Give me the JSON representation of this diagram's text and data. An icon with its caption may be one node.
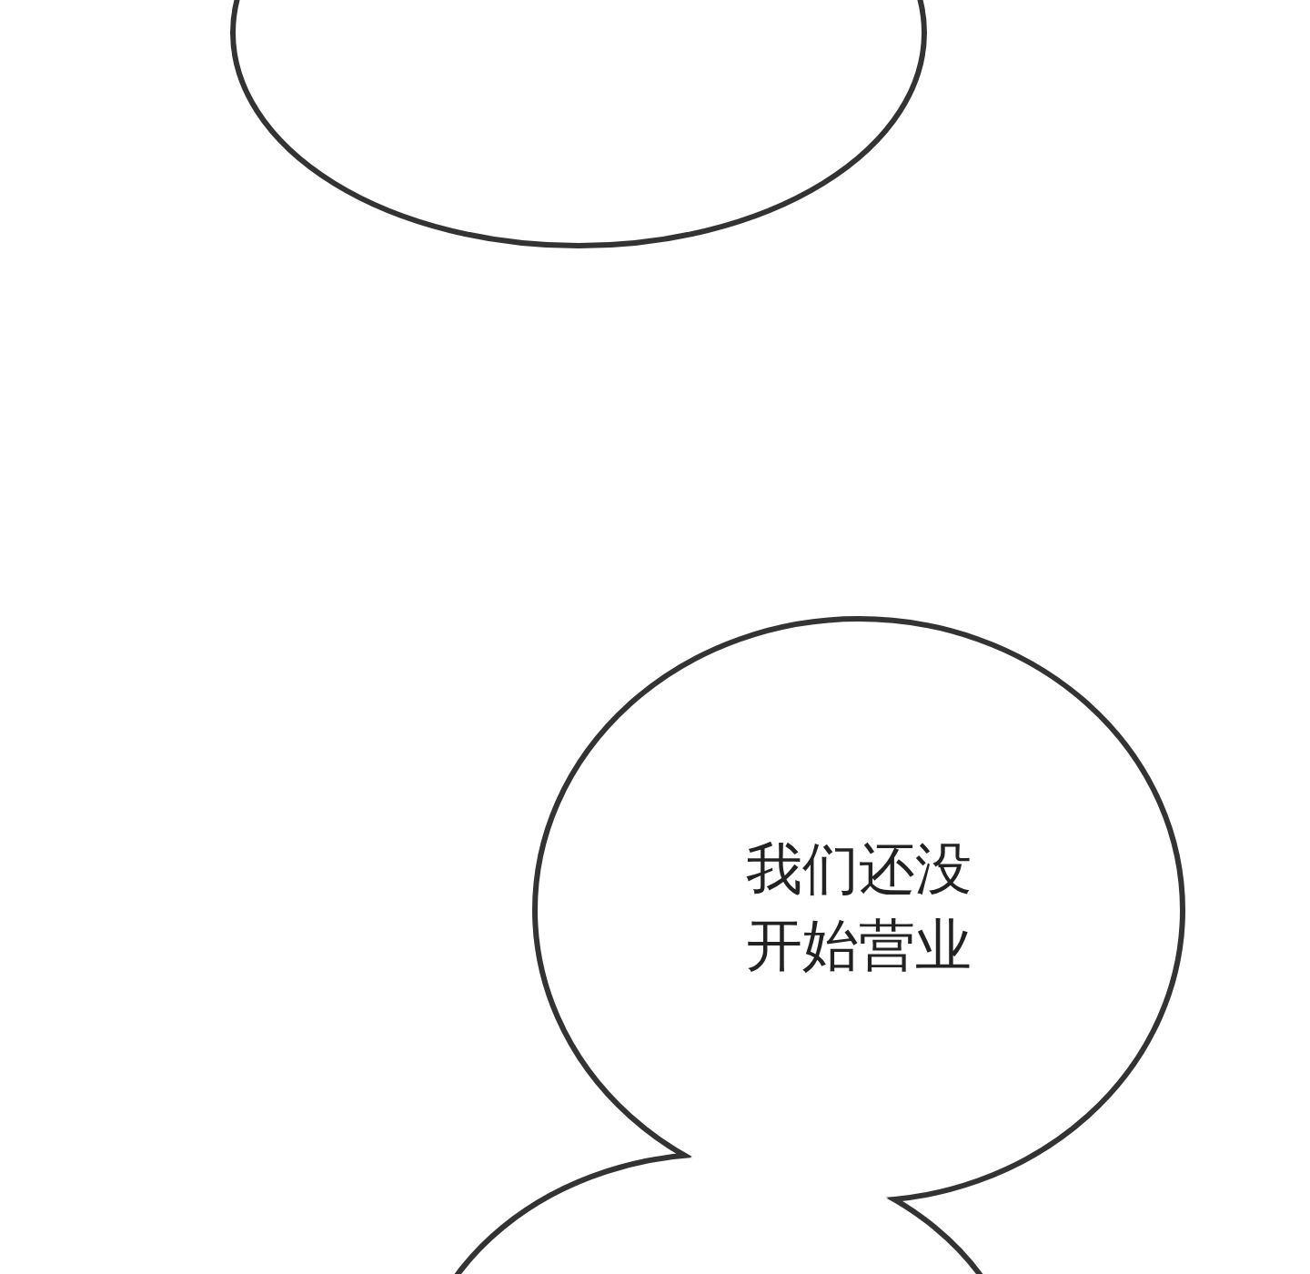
{
  "diagram": {
    "nodes": [
      {
        "text": [],
        "shape": "circle"
      },
      {
        "text": [
          "我们还没开始营业"
        ]
      },
      {
        "text": [],
        "shape": "circle"
      }
    ]
  }
}
